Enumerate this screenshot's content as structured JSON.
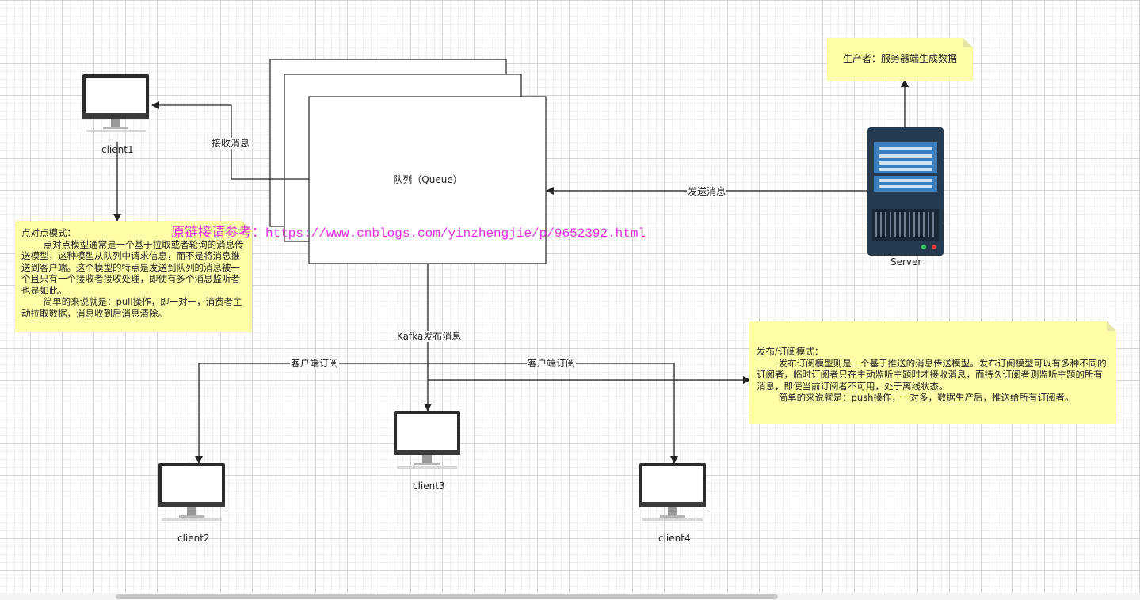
{
  "queue": {
    "title": "队列（Queue）"
  },
  "edges": {
    "receive": "接收消息",
    "send": "发送消息",
    "kafka_publish": "Kafka发布消息",
    "subscribe_left": "客户端订阅",
    "subscribe_right": "客户端订阅"
  },
  "clients": {
    "client1": "client1",
    "client2": "client2",
    "client3": "client3",
    "client4": "client4"
  },
  "server": {
    "label": "Server"
  },
  "notes": {
    "producer": "生产者：服务器端生成数据",
    "p2p": {
      "title": "点对点模式：",
      "para1": "点对点模型通常是一个基于拉取或者轮询的消息传送模型，这种模型从队列中请求信息，而不是将消息推送到客户端。这个模型的特点是发送到队列的消息被一个且只有一个接收者接收处理，即使有多个消息监听者也是如此。",
      "para2": "简单的来说就是：pull操作，即一对一，消费者主动拉取数据，消息收到后消息清除。"
    },
    "pubsub": {
      "title": "发布/订阅模式：",
      "para1": "发布订阅模型则是一个基于推送的消息传送模型。发布订阅模型可以有多种不同的订阅者，临时订阅者只在主动监听主题时才接收消息，而持久订阅者则监听主题的所有消息，即使当前订阅者不可用，处于离线状态。",
      "para2": "简单的来说就是：push操作，一对多，数据生产后，推送给所有订阅者。"
    }
  },
  "watermark": {
    "prefix": "原链接请参考：",
    "url": "https://www.cnblogs.com/yinzhengjie/p/9652392.html"
  },
  "colors": {
    "note_fill": "#ffffa8",
    "watermark": "#e030e0",
    "server_body": "#263a4f",
    "server_panel": "#3a7fc0"
  }
}
